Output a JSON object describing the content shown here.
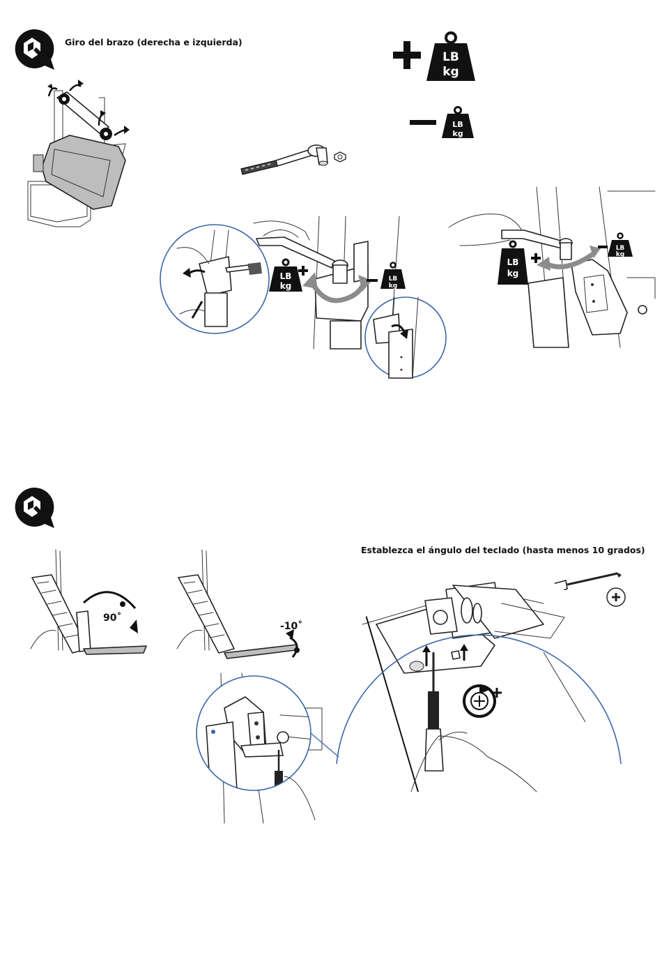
{
  "section1": {
    "title": "Giro del brazo (derecha e izquierda)",
    "icon": "wrench-speech-bubble-icon"
  },
  "weights": {
    "unit_top": "LB",
    "unit_bottom": "kg",
    "increase_symbol": "+",
    "decrease_symbol": "−",
    "icons": [
      "weight-increase-icon",
      "weight-decrease-icon"
    ]
  },
  "section2": {
    "title": "Establezca el ángulo del teclado (hasta menos 10 grados)",
    "icon": "wrench-speech-bubble-icon",
    "angle_default": "90˚",
    "angle_min": "-10˚"
  },
  "colors": {
    "detail_circle": "#3a64a8",
    "arrow_gray": "#8c8c8c",
    "black": "#111111"
  }
}
